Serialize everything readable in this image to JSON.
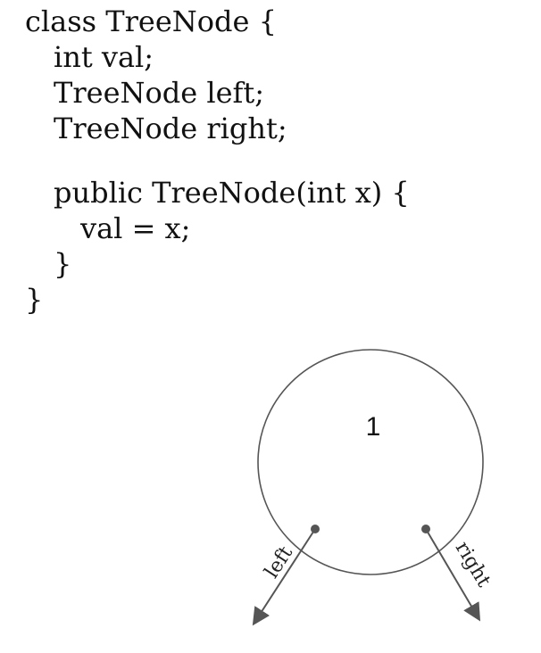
{
  "code": {
    "line1": "class TreeNode {",
    "line2": "int val;",
    "line3": "TreeNode left;",
    "line4": "TreeNode right;",
    "line5": "public TreeNode(int x) {",
    "line6": "val = x;",
    "line7": "}",
    "line8": "}"
  },
  "diagram": {
    "node_value": "1",
    "left_label": "left",
    "right_label": "right"
  }
}
